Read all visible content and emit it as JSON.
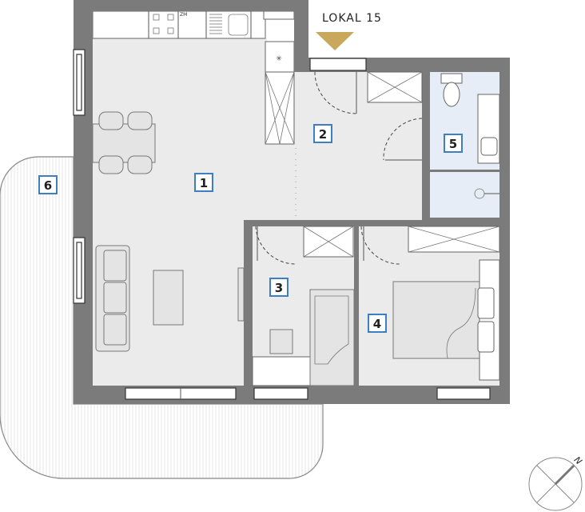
{
  "plan": {
    "unit_label": "LOKAL 15",
    "compass_label": "N",
    "appliance_label": "ZM",
    "rooms": [
      {
        "number": "1"
      },
      {
        "number": "2"
      },
      {
        "number": "3"
      },
      {
        "number": "4"
      },
      {
        "number": "5"
      },
      {
        "number": "6"
      }
    ],
    "colors": {
      "wall": "#7b7b7b",
      "floor": "#ebebeb",
      "bathroom_floor": "#e6edf7",
      "label_border": "#3d7fc1",
      "entry_marker": "#c9a85c"
    }
  }
}
